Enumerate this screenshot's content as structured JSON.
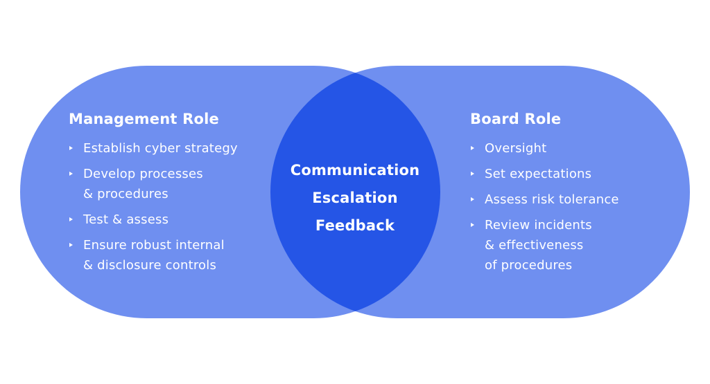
{
  "colors": {
    "outer_shape": "#6f8ff0",
    "overlap": "#2555e6",
    "text": "#ffffff",
    "background": "#ffffff"
  },
  "icons": {
    "bullet": "triangle-right-icon"
  },
  "management": {
    "title": "Management Role",
    "items": [
      {
        "lines": [
          "Establish cyber strategy"
        ]
      },
      {
        "lines": [
          "Develop processes",
          "& procedures"
        ]
      },
      {
        "lines": [
          "Test & assess"
        ]
      },
      {
        "lines": [
          "Ensure robust internal",
          "& disclosure controls"
        ]
      }
    ]
  },
  "board": {
    "title": "Board Role",
    "items": [
      {
        "lines": [
          "Oversight"
        ]
      },
      {
        "lines": [
          "Set expectations"
        ]
      },
      {
        "lines": [
          "Assess risk tolerance"
        ]
      },
      {
        "lines": [
          "Review incidents",
          "& effectiveness",
          "of procedures"
        ]
      }
    ]
  },
  "center": {
    "words": [
      "Communication",
      "Escalation",
      "Feedback"
    ]
  }
}
